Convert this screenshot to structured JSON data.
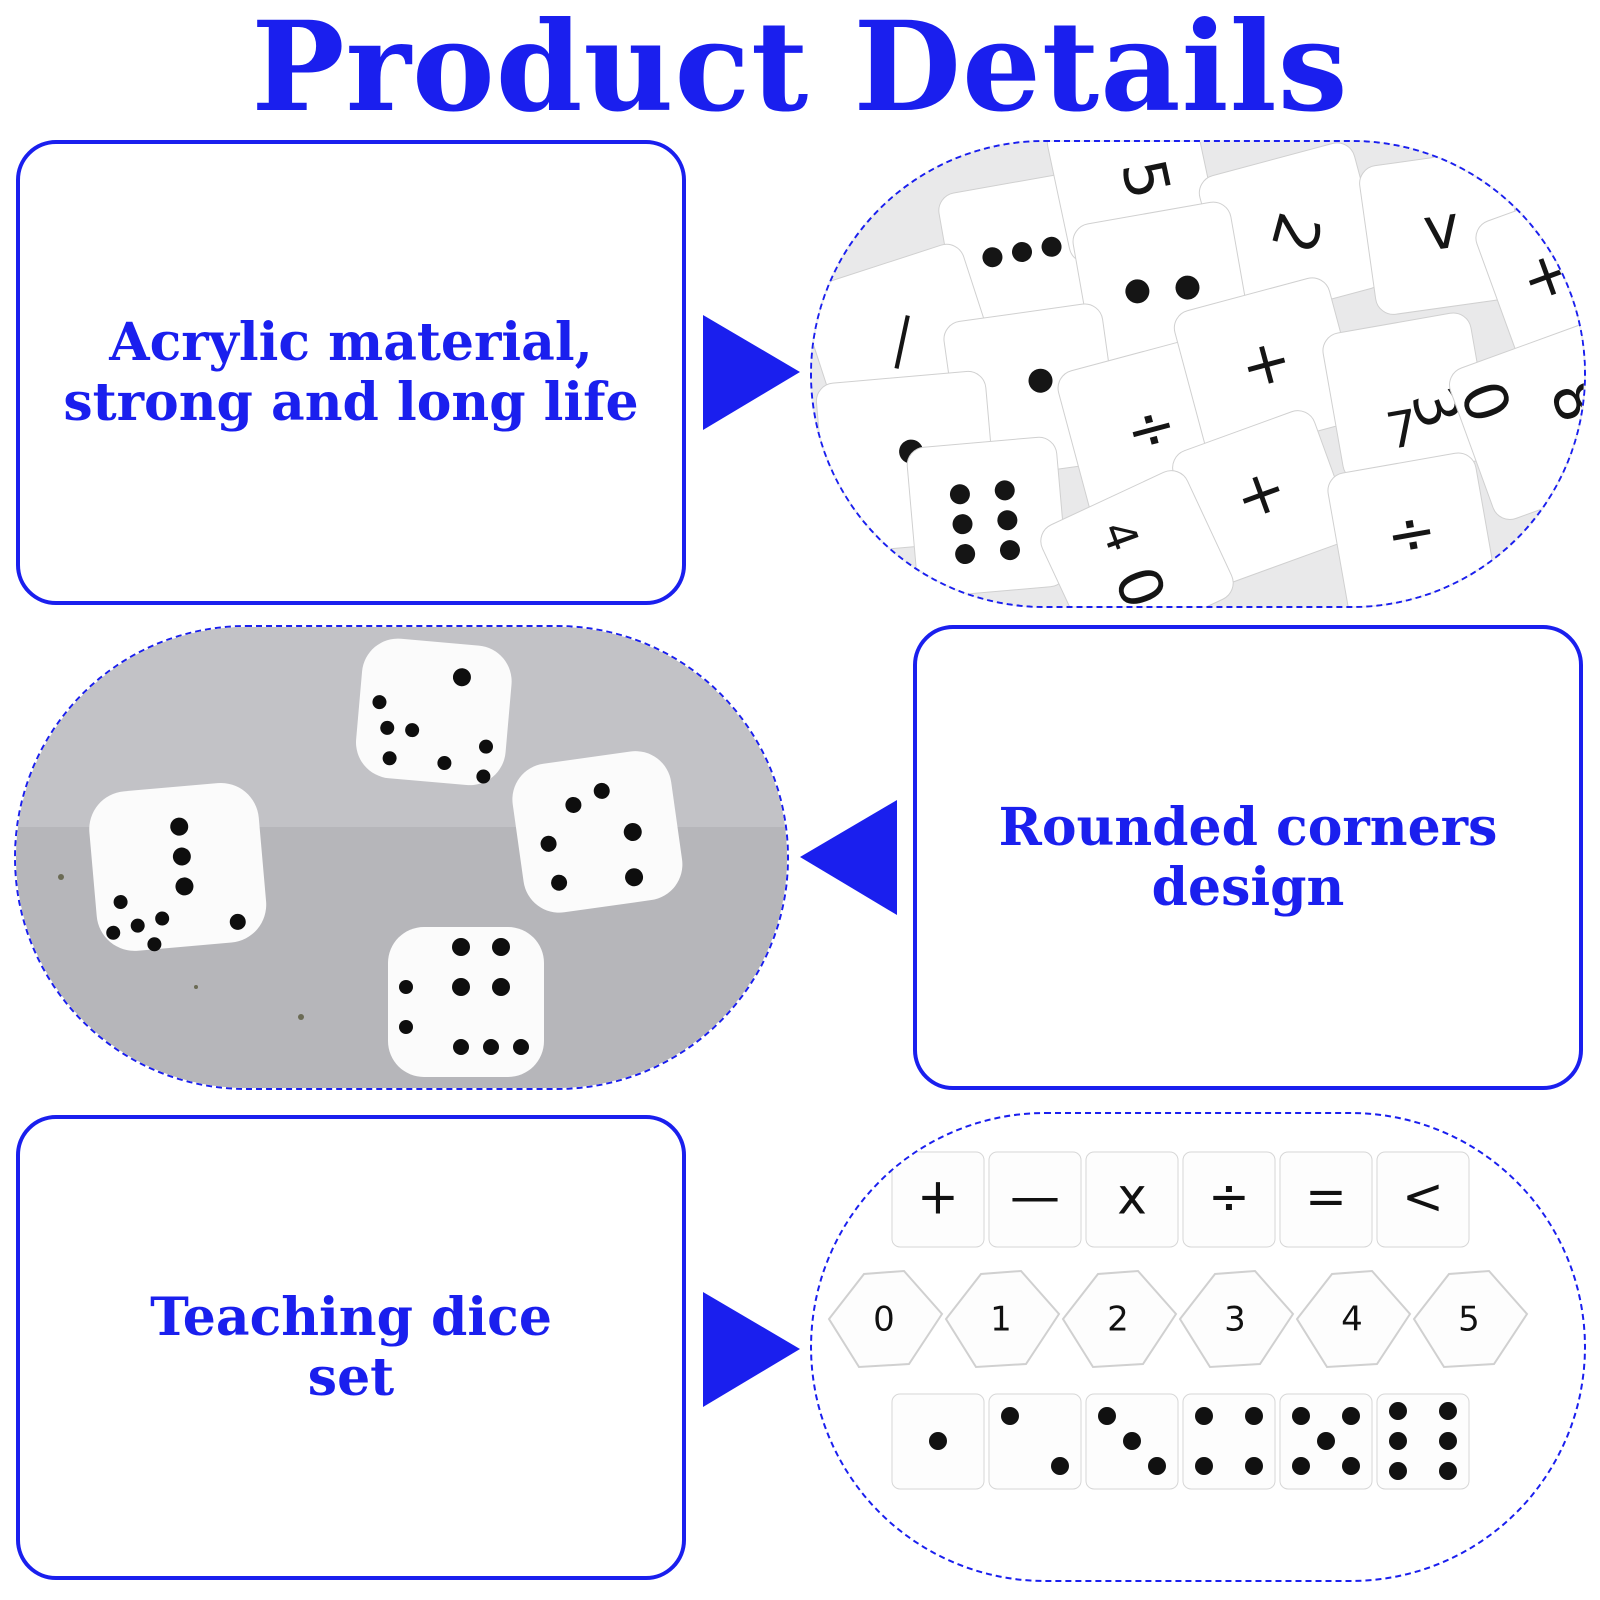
{
  "title": "Product Details",
  "features": [
    {
      "line1": "Acrylic material,",
      "line2": "strong and long life"
    },
    {
      "line1": "Rounded corners",
      "line2": "design"
    },
    {
      "line1": "Teaching dice",
      "line2": "set"
    }
  ],
  "dice_set": {
    "operator_row": [
      "+",
      "—",
      "x",
      "÷",
      "=",
      "<"
    ],
    "number_row": [
      "0",
      "1",
      "2",
      "3",
      "4",
      "5"
    ],
    "pip_row": [
      1,
      2,
      3,
      4,
      5,
      6
    ]
  },
  "colors": {
    "accent": "#1a1fee",
    "text": "#1a1fee",
    "background": "#ffffff",
    "tray": "#b9b9bd"
  },
  "icons": [
    "arrow-right-icon",
    "arrow-left-icon",
    "arrow-right-icon"
  ]
}
